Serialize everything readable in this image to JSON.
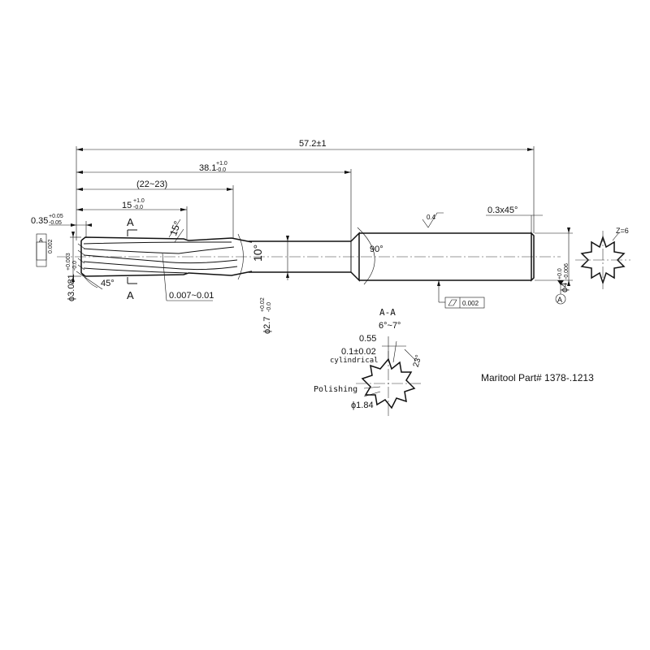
{
  "dims": {
    "overall_length": "57.2±1",
    "shank_pos": "38.1",
    "shank_pos_tol_upper": "+1.0",
    "shank_pos_tol_lower": "-0.0",
    "flute_length": "(22~23)",
    "cut_length": "15",
    "cut_length_tol_upper": "+1.0",
    "cut_length_tol_lower": "-0.0",
    "chamfer_tip": "0.35",
    "chamfer_tip_tol_upper": "+0.05",
    "chamfer_tip_tol_lower": "-0.05",
    "cutting_dia": "ϕ3.081",
    "cutting_dia_tol_upper": "+0.003",
    "cutting_dia_tol_lower": "-0.0",
    "neck_dia": "ϕ2.7",
    "neck_dia_tol_upper": "+0.02",
    "neck_dia_tol_lower": "-0.0",
    "shank_dia": "ϕ4",
    "shank_dia_tol_upper": "+0.0",
    "shank_dia_tol_lower": "-0.006",
    "helix_angle": "15°",
    "lead_angle": "45°",
    "taper_angle": "10°",
    "shank_angle": "90°",
    "back_taper": "0.007~0.01",
    "end_chamfer": "0.3x45°",
    "surface_finish": "0.4",
    "runout_value": "0.002",
    "runout_datum": "A",
    "cylindricity_value": "0.002",
    "datum_label": "A",
    "section_mark": "A"
  },
  "section": {
    "title": "A-A",
    "relief_angle": "6°~7°",
    "land_width": "0.55",
    "margin": "0.1±0.02",
    "margin_note": "cylindrical",
    "rake_angle": "23°",
    "polishing": "Polishing",
    "core_dia": "ϕ1.84"
  },
  "end_view": {
    "flutes": "Z=6"
  },
  "part_number": "Maritool Part# 1378-.1213"
}
